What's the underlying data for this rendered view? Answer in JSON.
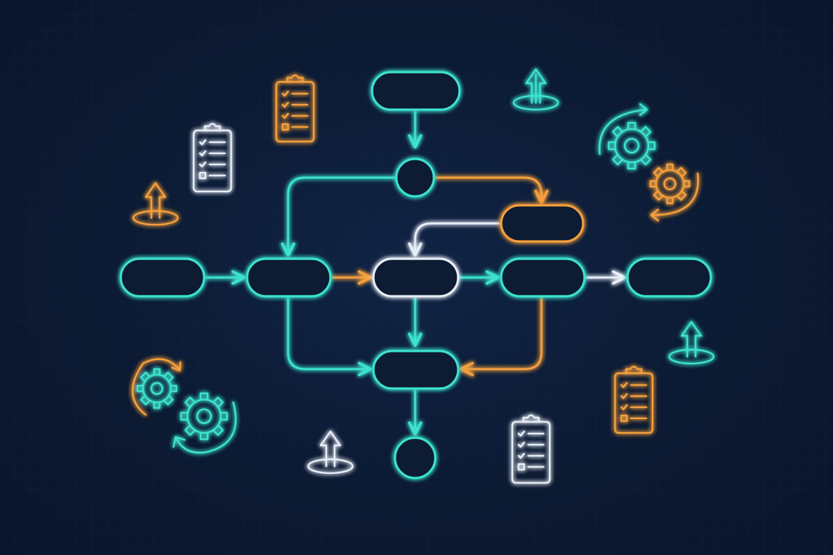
{
  "palette": {
    "background": "#0c1a33",
    "teal": "#3de3cf",
    "orange": "#f5a03c",
    "white": "#e8eef7",
    "grid": "#14284a"
  },
  "flowchart": {
    "nodes": [
      {
        "id": "start",
        "shape": "pill",
        "color": "teal"
      },
      {
        "id": "decision-top",
        "shape": "circle",
        "color": "teal"
      },
      {
        "id": "side-branch",
        "shape": "pill",
        "color": "orange"
      },
      {
        "id": "input-left",
        "shape": "pill",
        "color": "teal"
      },
      {
        "id": "step-left",
        "shape": "pill",
        "color": "teal"
      },
      {
        "id": "step-center",
        "shape": "pill",
        "color": "white"
      },
      {
        "id": "step-right",
        "shape": "pill",
        "color": "teal"
      },
      {
        "id": "output-right",
        "shape": "pill",
        "color": "teal"
      },
      {
        "id": "merge",
        "shape": "pill",
        "color": "teal"
      },
      {
        "id": "end",
        "shape": "circle",
        "color": "teal"
      }
    ],
    "connectors": [
      {
        "from": "start",
        "to": "decision-top",
        "color": "teal"
      },
      {
        "from": "decision-top",
        "to": "step-left",
        "color": "teal"
      },
      {
        "from": "decision-top",
        "to": "side-branch",
        "color": "orange"
      },
      {
        "from": "side-branch",
        "to": "step-center",
        "color": "white"
      },
      {
        "from": "input-left",
        "to": "step-left",
        "color": "teal"
      },
      {
        "from": "step-left",
        "to": "step-center",
        "color": "orange"
      },
      {
        "from": "step-center",
        "to": "step-right",
        "color": "teal"
      },
      {
        "from": "step-right",
        "to": "output-right",
        "color": "white"
      },
      {
        "from": "step-left",
        "to": "merge",
        "color": "teal"
      },
      {
        "from": "step-center",
        "to": "merge",
        "color": "teal"
      },
      {
        "from": "step-right",
        "to": "merge",
        "color": "orange"
      },
      {
        "from": "merge",
        "to": "end",
        "color": "teal"
      }
    ]
  },
  "decorations": [
    {
      "icon": "clipboard-checklist-icon",
      "color": "orange"
    },
    {
      "icon": "clipboard-checklist-icon",
      "color": "white"
    },
    {
      "icon": "clipboard-checklist-icon",
      "color": "orange"
    },
    {
      "icon": "clipboard-checklist-icon",
      "color": "white"
    },
    {
      "icon": "upload-arrow-icon",
      "color": "teal"
    },
    {
      "icon": "upload-arrow-icon",
      "color": "orange"
    },
    {
      "icon": "upload-arrow-icon",
      "color": "teal"
    },
    {
      "icon": "upload-arrow-icon",
      "color": "white"
    },
    {
      "icon": "gears-cycle-icon",
      "color": "teal-orange"
    },
    {
      "icon": "gears-cycle-icon",
      "color": "orange-teal"
    }
  ]
}
